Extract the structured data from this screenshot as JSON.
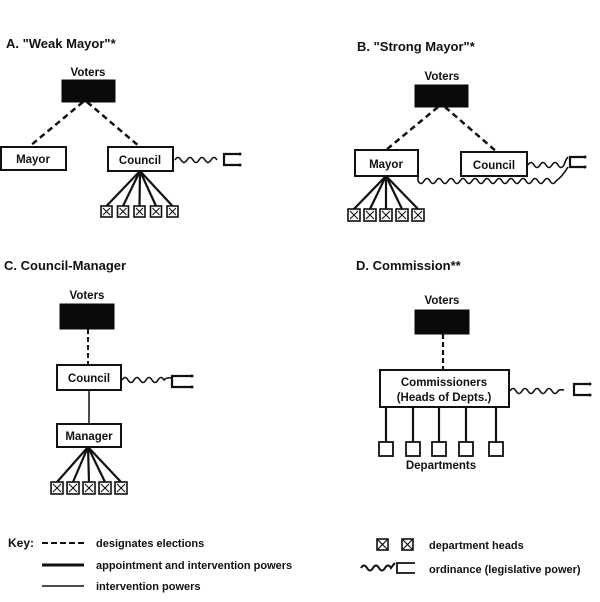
{
  "header": {
    "title_fragment": "· · · · · · · · ·"
  },
  "panels": [
    {
      "id": "A",
      "title": "A. \"Weak Mayor\"*",
      "voters_label": "Voters",
      "boxes": [
        "Mayor",
        "Council"
      ],
      "department_heads": 5
    },
    {
      "id": "B",
      "title": "B. \"Strong Mayor\"*",
      "voters_label": "Voters",
      "boxes": [
        "Mayor",
        "Council"
      ],
      "department_heads": 5
    },
    {
      "id": "C",
      "title": "C. Council-Manager",
      "voters_label": "Voters",
      "boxes": [
        "Council",
        "Manager"
      ],
      "department_heads": 5
    },
    {
      "id": "D",
      "title": "D. Commission**",
      "voters_label": "Voters",
      "boxes": [
        "Commissioners",
        "(Heads of Depts.)"
      ],
      "departments_label": "Departments",
      "departments": 5
    }
  ],
  "key": {
    "label": "Key:",
    "items": [
      {
        "symbol": "dashed-line",
        "text": "designates elections"
      },
      {
        "symbol": "heavy-line",
        "text": "appointment and intervention powers"
      },
      {
        "symbol": "light-line",
        "text": "intervention powers"
      },
      {
        "symbol": "department-head-icon",
        "text": "department heads"
      },
      {
        "symbol": "ordinance-wave-icon",
        "text": "ordinance (legislative power)"
      }
    ]
  }
}
